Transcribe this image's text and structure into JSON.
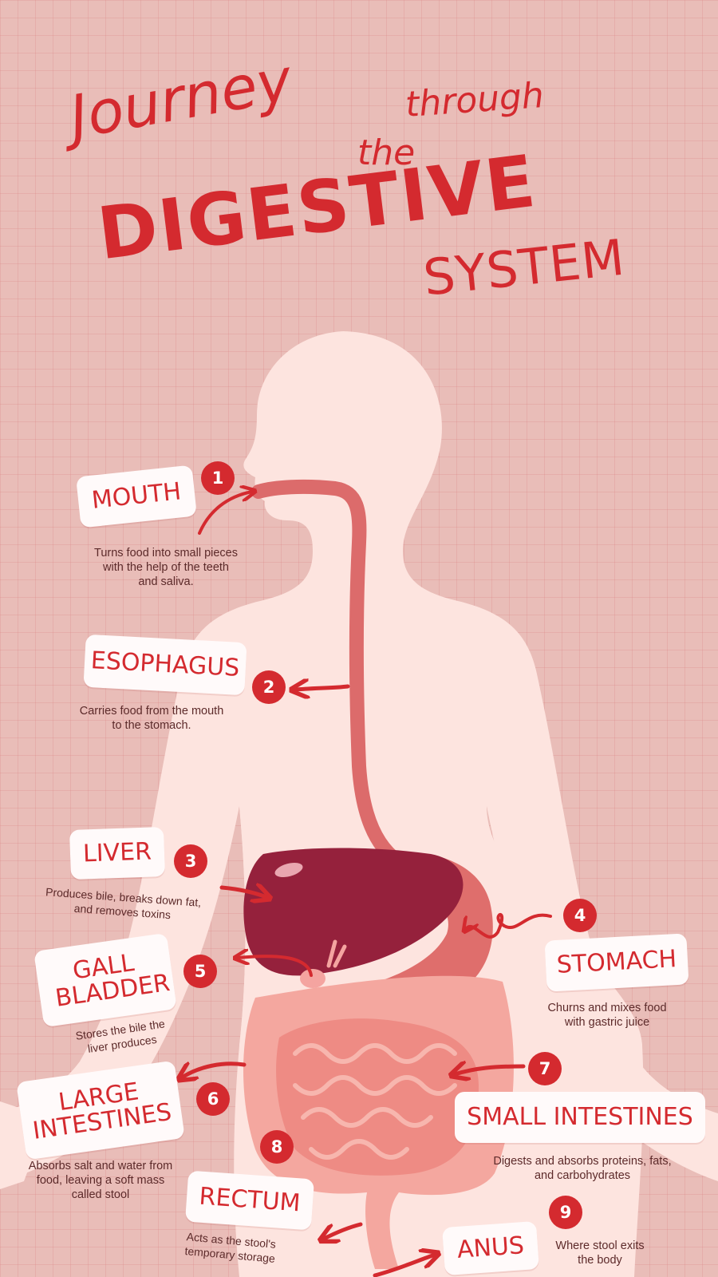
{
  "title": {
    "journey": "Journey",
    "through": "through",
    "the": "the",
    "digestive": "DIGESTIVE",
    "system": "SYSTEM"
  },
  "colors": {
    "background": "#e9bdb8",
    "accent_red": "#d42a2f",
    "body_silhouette": "#fde4df",
    "esophagus": "#dc6b6b",
    "liver": "#95213c",
    "stomach": "#df6e6c",
    "intestines": "#f2a29a",
    "description_text": "#5c2a2a"
  },
  "organs": [
    {
      "number": "1",
      "label": "MOUTH",
      "description": "Turns food into small pieces with the help of the teeth and saliva."
    },
    {
      "number": "2",
      "label": "ESOPHAGUS",
      "description": "Carries food from the mouth to the stomach."
    },
    {
      "number": "3",
      "label": "LIVER",
      "description": "Produces bile, breaks down fat, and removes toxins"
    },
    {
      "number": "4",
      "label": "STOMACH",
      "description": "Churns and mixes food with gastric juice"
    },
    {
      "number": "5",
      "label": "GALL BLADDER",
      "description": "Stores the bile the liver produces"
    },
    {
      "number": "6",
      "label": "LARGE INTESTINES",
      "description": "Absorbs salt and water from food, leaving a soft mass called stool"
    },
    {
      "number": "7",
      "label": "SMALL INTESTINES",
      "description": "Digests and absorbs proteins, fats, and carbohydrates"
    },
    {
      "number": "8",
      "label": "RECTUM",
      "description": "Acts as the stool's temporary storage"
    },
    {
      "number": "9",
      "label": "ANUS",
      "description": "Where stool exits the body"
    }
  ]
}
